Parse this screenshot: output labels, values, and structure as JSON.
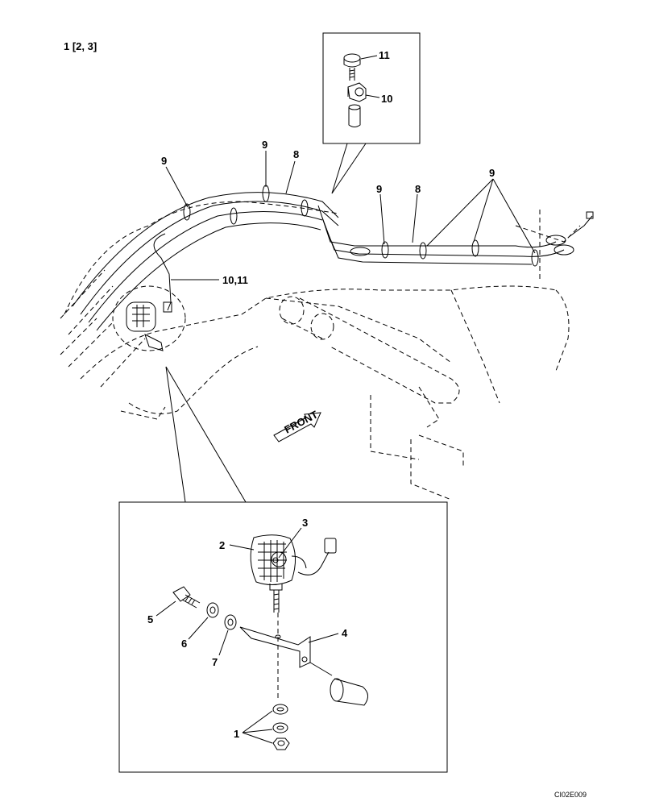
{
  "sheet_ref": "1 [2, 3]",
  "drawing_code": "CI02E009",
  "front_arrow_label": "FRONT",
  "callouts": {
    "c1": "1",
    "c2": "2",
    "c3": "3",
    "c4": "4",
    "c5": "5",
    "c6": "6",
    "c7": "7",
    "c8a": "8",
    "c8b": "8",
    "c9a": "9",
    "c9b": "9",
    "c9c": "9",
    "c9d": "9",
    "c10": "10",
    "c11": "11",
    "c1011": "10,11"
  }
}
